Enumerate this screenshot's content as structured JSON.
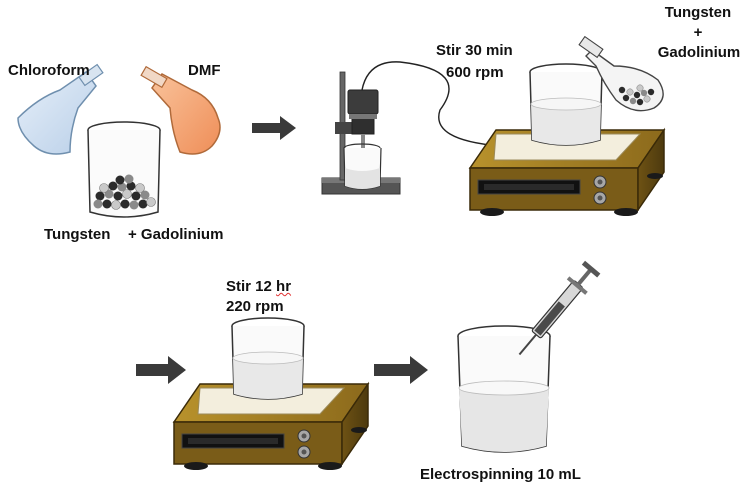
{
  "labels": {
    "chloroform": "Chloroform",
    "dmf": "DMF",
    "tungsten_gadolinium_bottom": "Tungsten",
    "plus_gadolinium": "+ Gadolinium",
    "stir1_line1": "Stir 30 min",
    "stir1_line2": "600 rpm",
    "tungsten_top": "Tungsten",
    "plus_top": "+",
    "gadolinium_top": "Gadolinium",
    "stir2_line1_a": "Stir 12 ",
    "stir2_line1_b": "hr",
    "stir2_line2": "220 rpm",
    "electrospinning": "Electrospinning 10 mL"
  },
  "colors": {
    "flask_blue": "#cfe0f2",
    "flask_orange": "#f5a878",
    "plate_body": "#8a6a1e",
    "plate_top": "#a88424",
    "arrow": "#3a3a3a",
    "beaker_liquid": "#eeeeee"
  },
  "icons": [
    "flask-icon",
    "beaker-icon",
    "stirrer-icon",
    "syringe-icon",
    "arrow-icon",
    "homogenizer-icon"
  ]
}
